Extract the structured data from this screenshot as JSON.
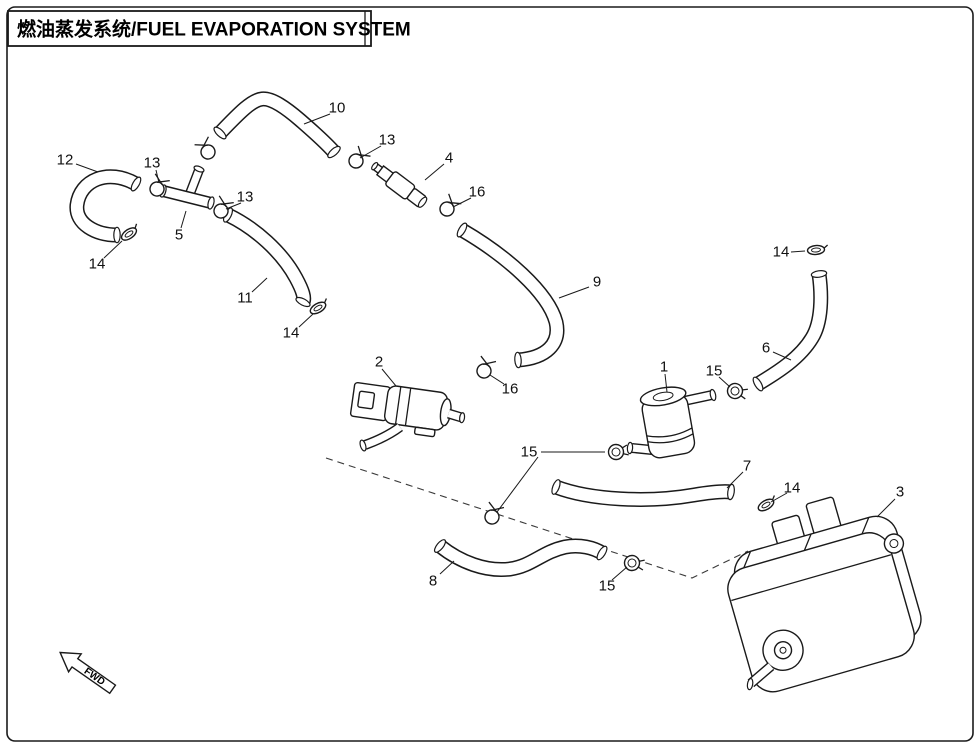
{
  "page": {
    "title": "燃油蒸发系统/FUEL EVAPORATION SYSTEM",
    "fwd_label": "FWD"
  },
  "colors": {
    "line": "#1a1a1a",
    "background": "#ffffff"
  },
  "callouts": {
    "n1": "1",
    "n2": "2",
    "n3": "3",
    "n4": "4",
    "n5": "5",
    "n6": "6",
    "n7": "7",
    "n8": "8",
    "n9": "9",
    "n10": "10",
    "n11": "11",
    "n12": "12",
    "n13a": "13",
    "n13b": "13",
    "n13c": "13",
    "n14a": "14",
    "n14b": "14",
    "n14c": "14",
    "n14d": "14",
    "n15a": "15",
    "n15b": "15",
    "n15c": "15",
    "n16a": "16",
    "n16b": "16"
  }
}
